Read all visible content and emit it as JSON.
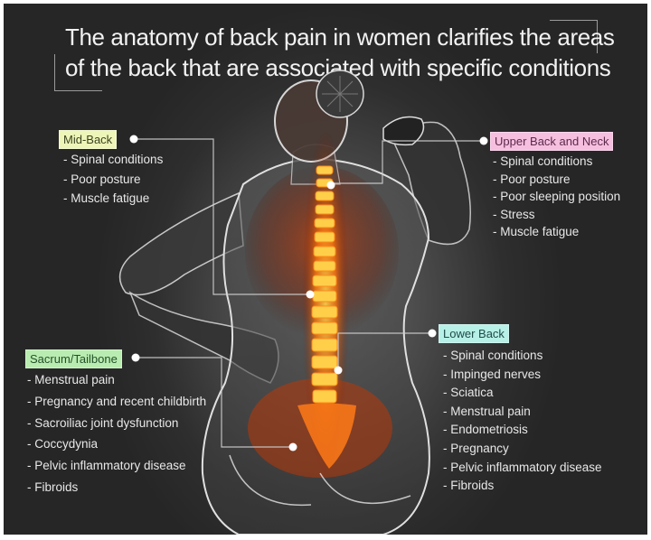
{
  "header": {
    "title_line1": "The anatomy of back pain in women clarifies the areas",
    "title_line2": "of the back that are associated with specific conditions"
  },
  "colors": {
    "background": "#2a2a2a",
    "text": "#e8e8e8",
    "spine_glow": "#ff8c1a",
    "mid_back_label_bg": "#eef5b8",
    "upper_back_label_bg": "#f6bfe0",
    "lower_back_label_bg": "#b6f0e6",
    "sacrum_label_bg": "#b9ecb0"
  },
  "regions": {
    "mid_back": {
      "label": "Mid-Back",
      "items": [
        "Spinal conditions",
        "Poor posture",
        "Muscle fatigue"
      ]
    },
    "upper_back_neck": {
      "label": "Upper Back and Neck",
      "items": [
        "Spinal conditions",
        "Poor posture",
        "Poor sleeping position",
        "Stress",
        "Muscle fatigue"
      ]
    },
    "sacrum_tailbone": {
      "label": "Sacrum/Tailbone",
      "items": [
        "Menstrual pain",
        "Pregnancy and recent childbirth",
        "Sacroiliac joint dysfunction",
        "Coccydynia",
        "Pelvic inflammatory disease",
        "Fibroids"
      ]
    },
    "lower_back": {
      "label": "Lower Back",
      "items": [
        "Spinal conditions",
        "Impinged nerves",
        "Sciatica",
        "Menstrual pain",
        "Endometriosis",
        "Pregnancy",
        "Pelvic inflammatory disease",
        "Fibroids"
      ]
    }
  }
}
